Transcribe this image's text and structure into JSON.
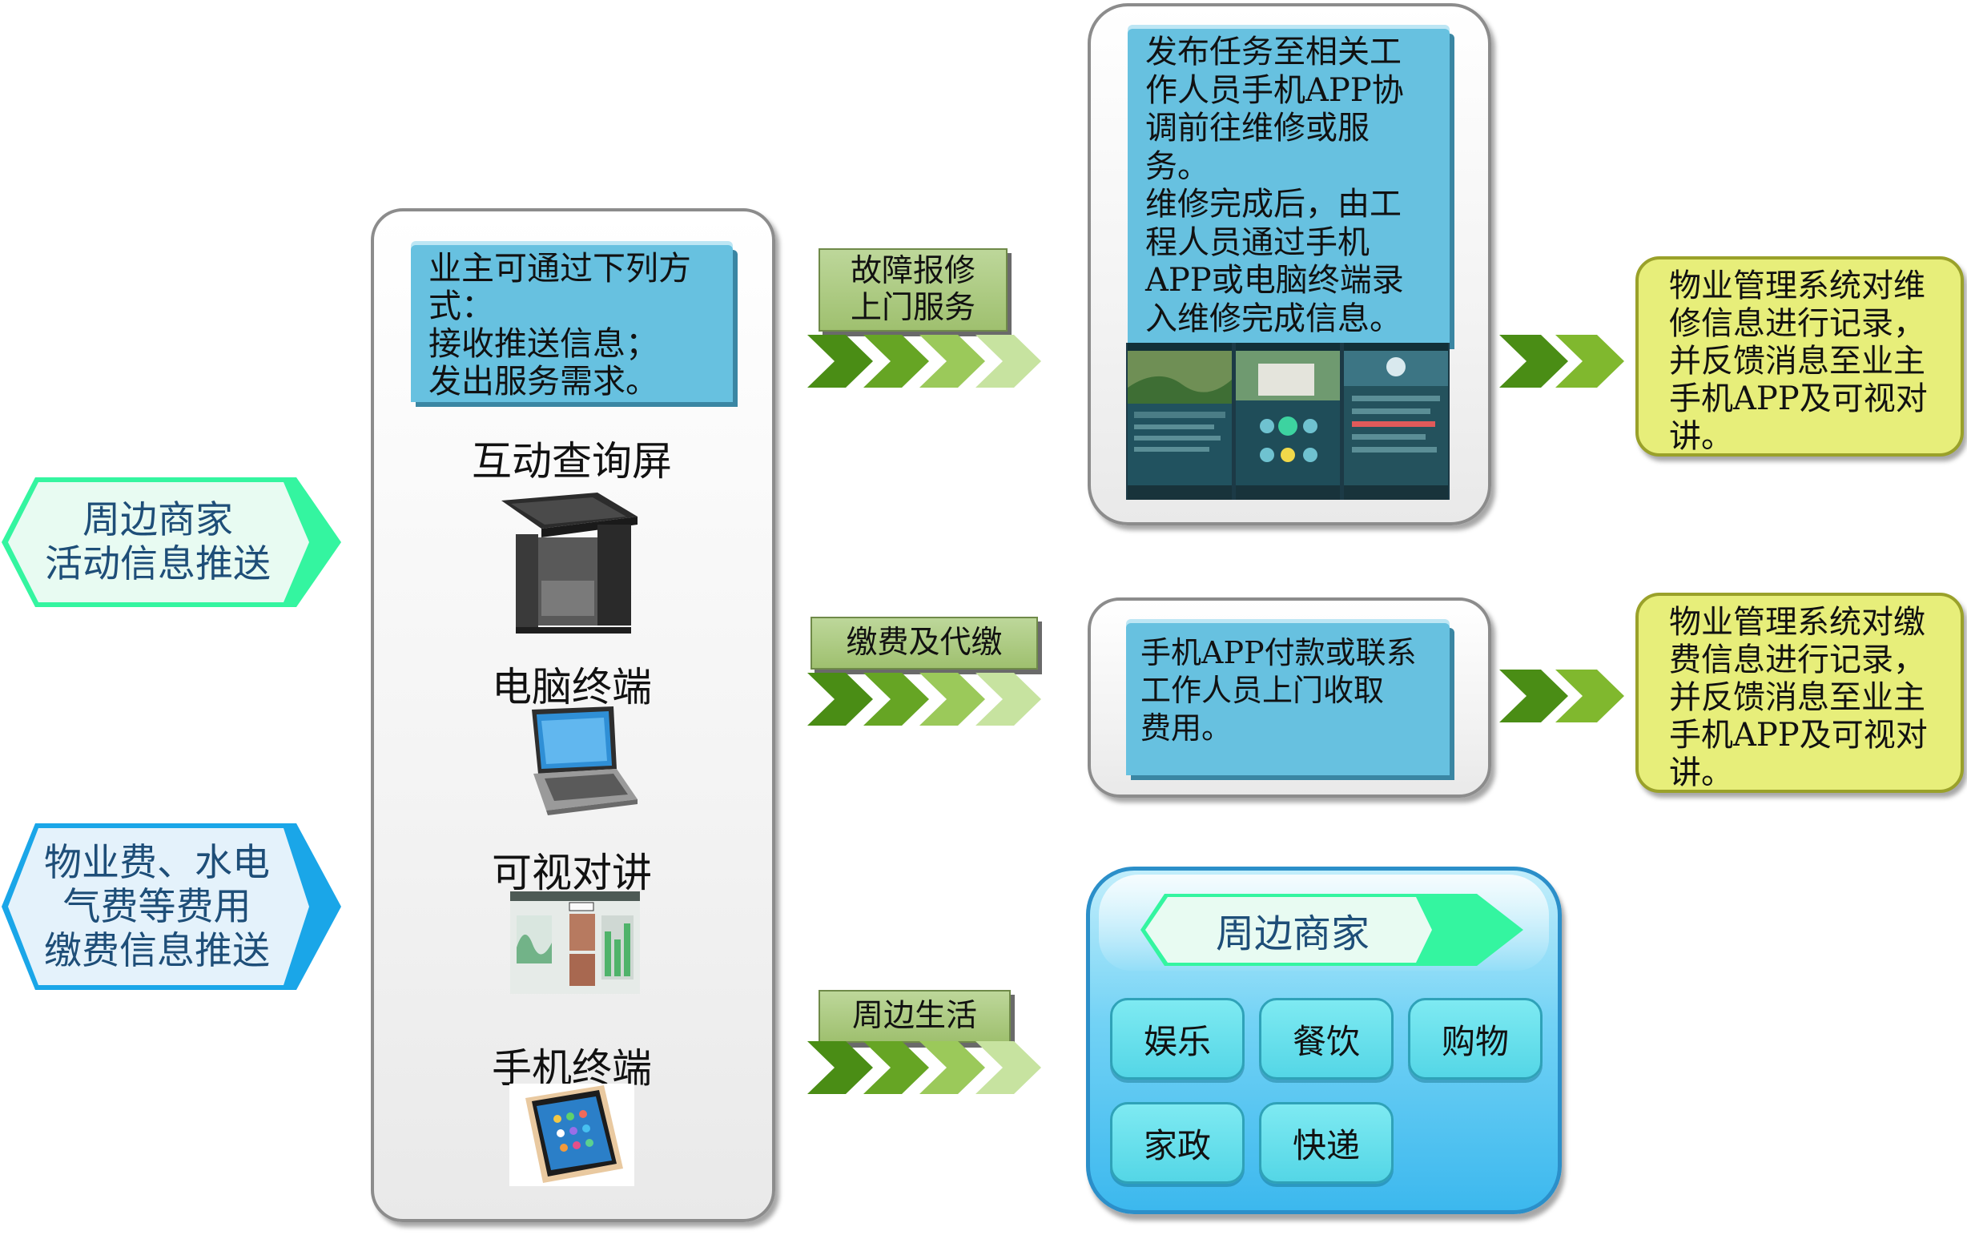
{
  "left_signs": {
    "merchant_push": "周边商家\n活动信息推送",
    "fee_push": "物业费、水电\n气费等费用\n缴费信息推送"
  },
  "center_panel": {
    "intro_text": "业主可通过下列方\n式：\n接收推送信息；\n发出服务需求。",
    "devices": [
      "互动查询屏",
      "电脑终端",
      "可视对讲",
      "手机终端"
    ]
  },
  "flows": {
    "repair": {
      "label": "故障报修\n上门服务",
      "detail": "发布任务至相关工\n作人员手机APP协\n调前往维修或服\n务。\n维修完成后，由工\n程人员通过手机\nAPP或电脑终端录\n入维修完成信息。",
      "result": "物业管理系统对维\n修信息进行记录，\n并反馈消息至业主\n手机APP及可视对\n讲。"
    },
    "payment": {
      "label": "缴费及代缴",
      "detail": "手机APP付款或联系\n工作人员上门收取\n费用。",
      "result": "物业管理系统对缴\n费信息进行记录，\n并反馈消息至业主\n手机APP及可视对\n讲。"
    },
    "life": {
      "label": "周边生活",
      "header": "周边商家",
      "categories": [
        "娱乐",
        "餐饮",
        "购物",
        "家政",
        "快递"
      ]
    }
  },
  "colors": {
    "arrow_dark": "#4a8d15",
    "arrow_mid": "#80b82e",
    "arrow_light": "#c7e3a0",
    "info_blue": "#67c1e0",
    "result_yellow": "#e7ee7a",
    "sign_green": "#34f5a0",
    "sign_blue": "#1aa6e8"
  }
}
